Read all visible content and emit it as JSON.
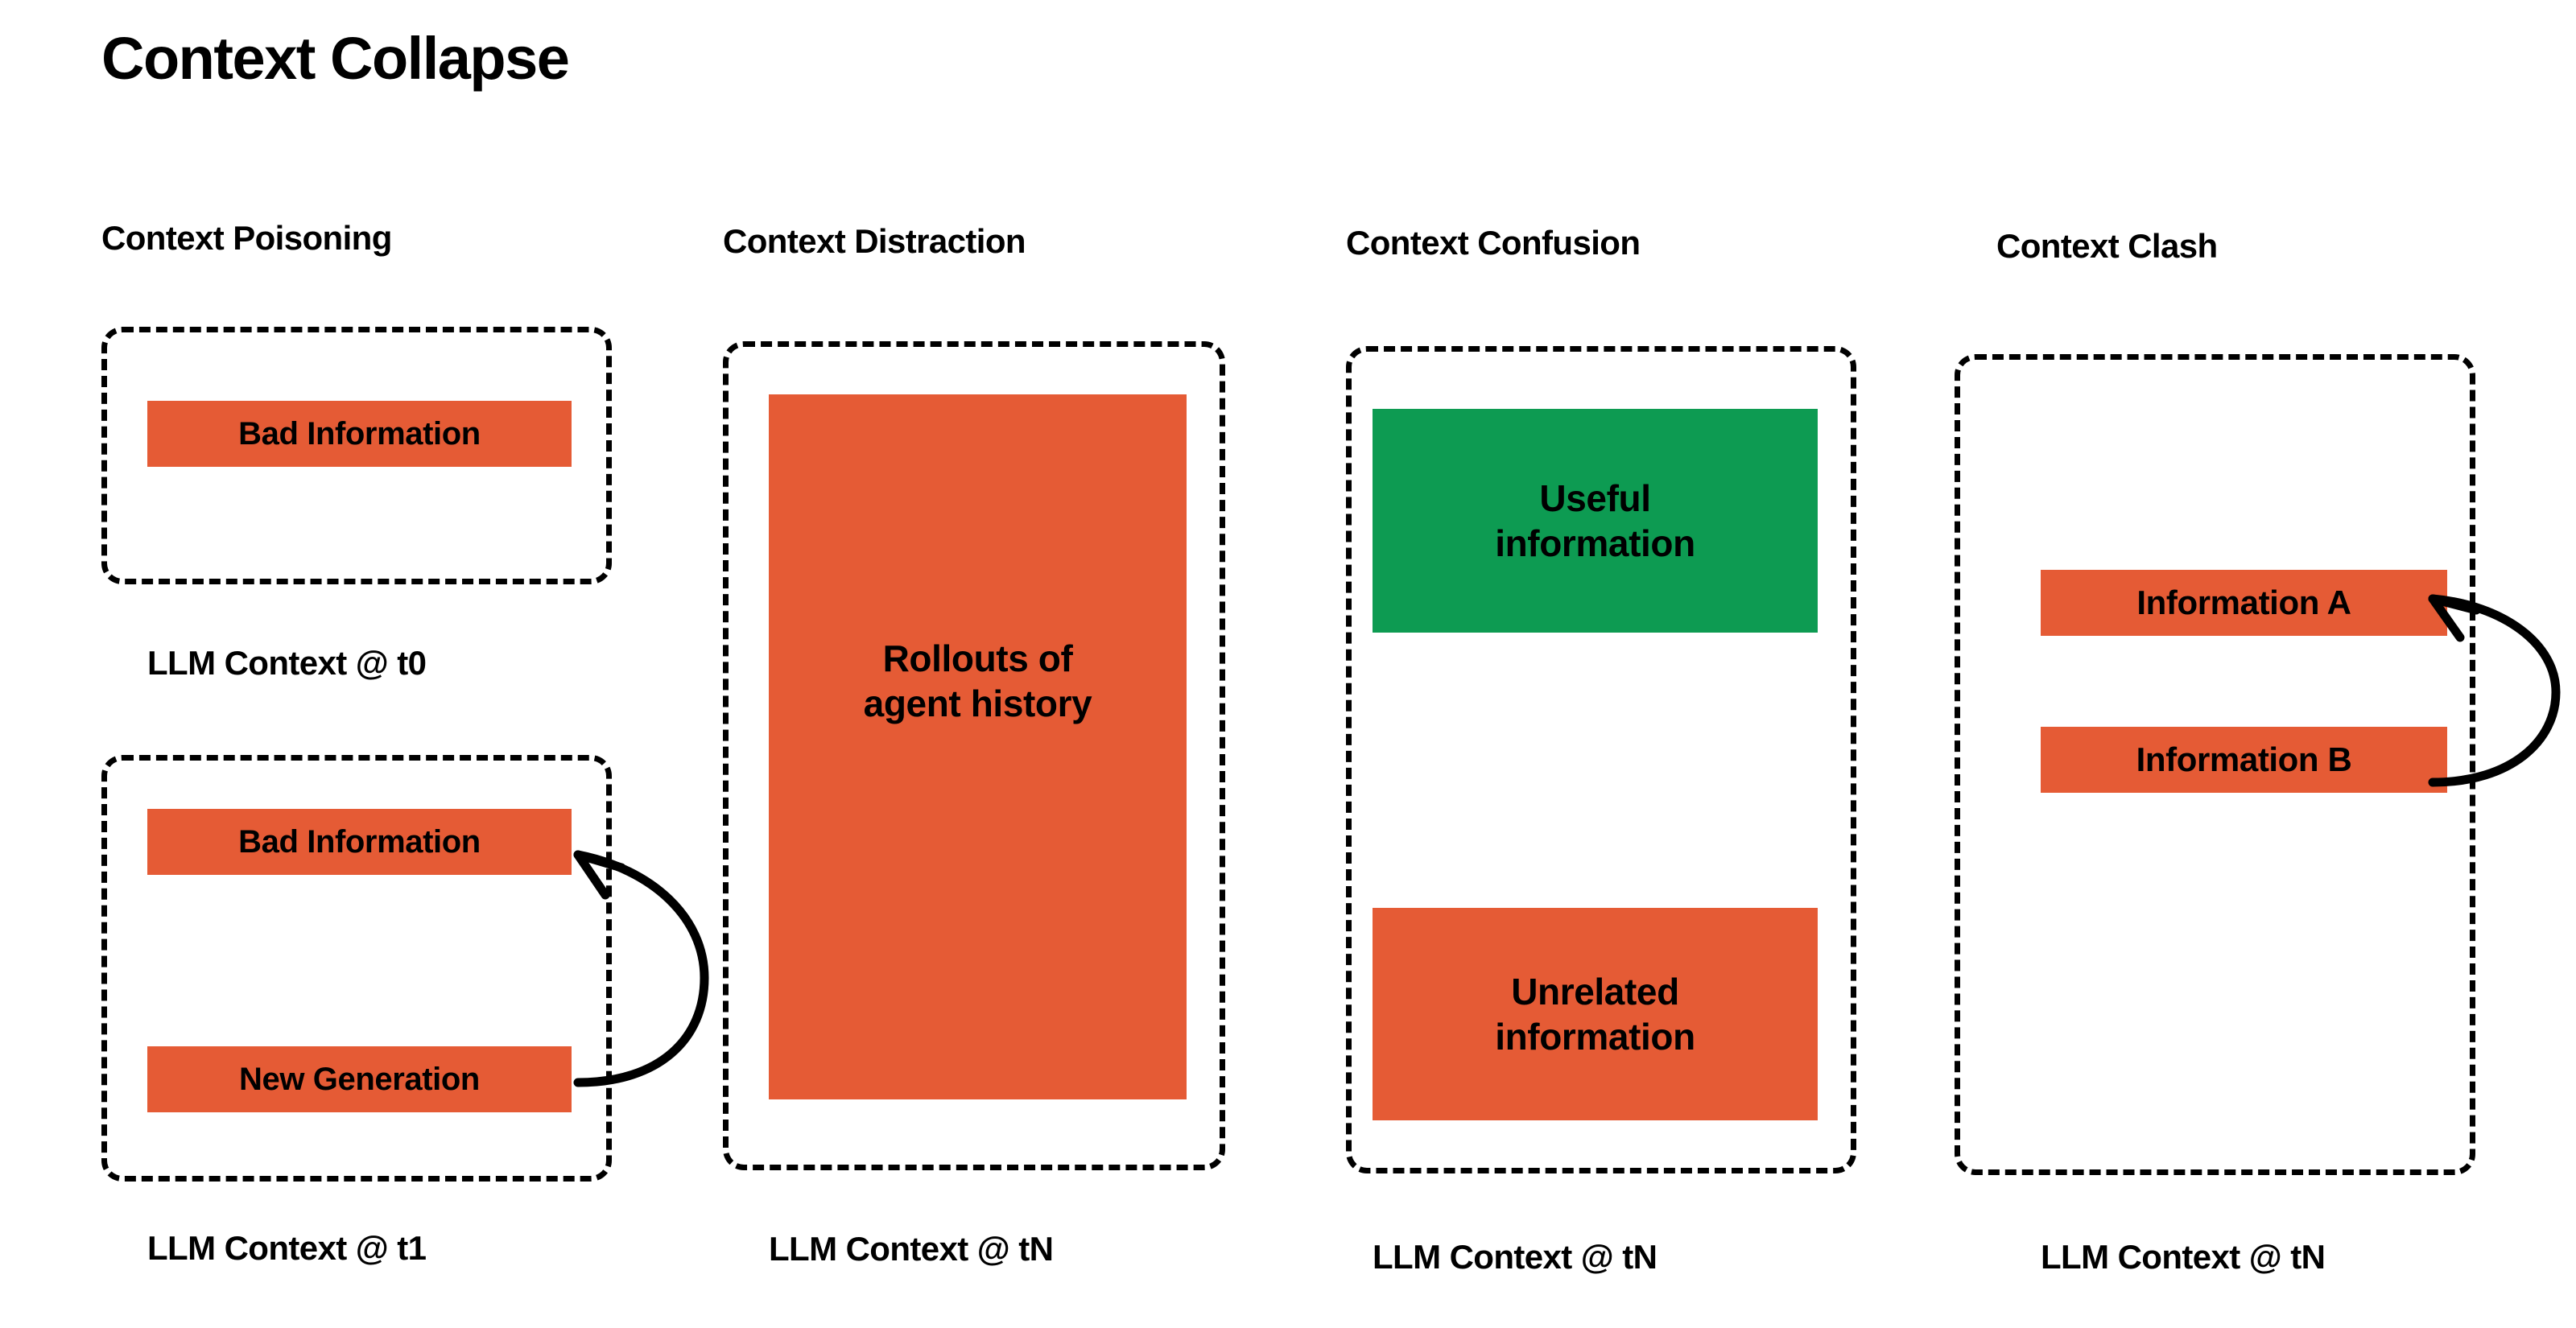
{
  "page": {
    "title": "Context Collapse",
    "background_color": "#ffffff",
    "accent_orange": "#E55B35",
    "accent_green": "#0D9B52",
    "outline_color": "#000000"
  },
  "columns": [
    {
      "heading": "Context Poisoning",
      "frames": [
        {
          "caption": "LLM Context @ t0",
          "blocks": [
            {
              "label": "Bad Information",
              "color": "orange"
            }
          ]
        },
        {
          "caption": "LLM Context @ t1",
          "blocks": [
            {
              "label": "Bad Information",
              "color": "orange"
            },
            {
              "label": "New Generation",
              "color": "orange"
            }
          ],
          "arrow": {
            "from": "New Generation",
            "to": "Bad Information",
            "style": "curved-arrow-right-loop"
          }
        }
      ]
    },
    {
      "heading": "Context Distraction",
      "frames": [
        {
          "caption": "LLM Context @ tN",
          "blocks": [
            {
              "label": "Rollouts of\nagent history",
              "color": "orange"
            }
          ]
        }
      ]
    },
    {
      "heading": "Context Confusion",
      "frames": [
        {
          "caption": "LLM Context @ tN",
          "blocks": [
            {
              "label": "Useful\ninformation",
              "color": "green"
            },
            {
              "label": "Unrelated\ninformation",
              "color": "orange"
            }
          ]
        }
      ]
    },
    {
      "heading": "Context Clash",
      "frames": [
        {
          "caption": "LLM Context @ tN",
          "blocks": [
            {
              "label": "Information A",
              "color": "orange"
            },
            {
              "label": "Information B",
              "color": "orange"
            }
          ],
          "arrow": {
            "from": "Information B",
            "to": "Information A",
            "style": "curved-arrow-right-loop"
          }
        }
      ]
    }
  ]
}
